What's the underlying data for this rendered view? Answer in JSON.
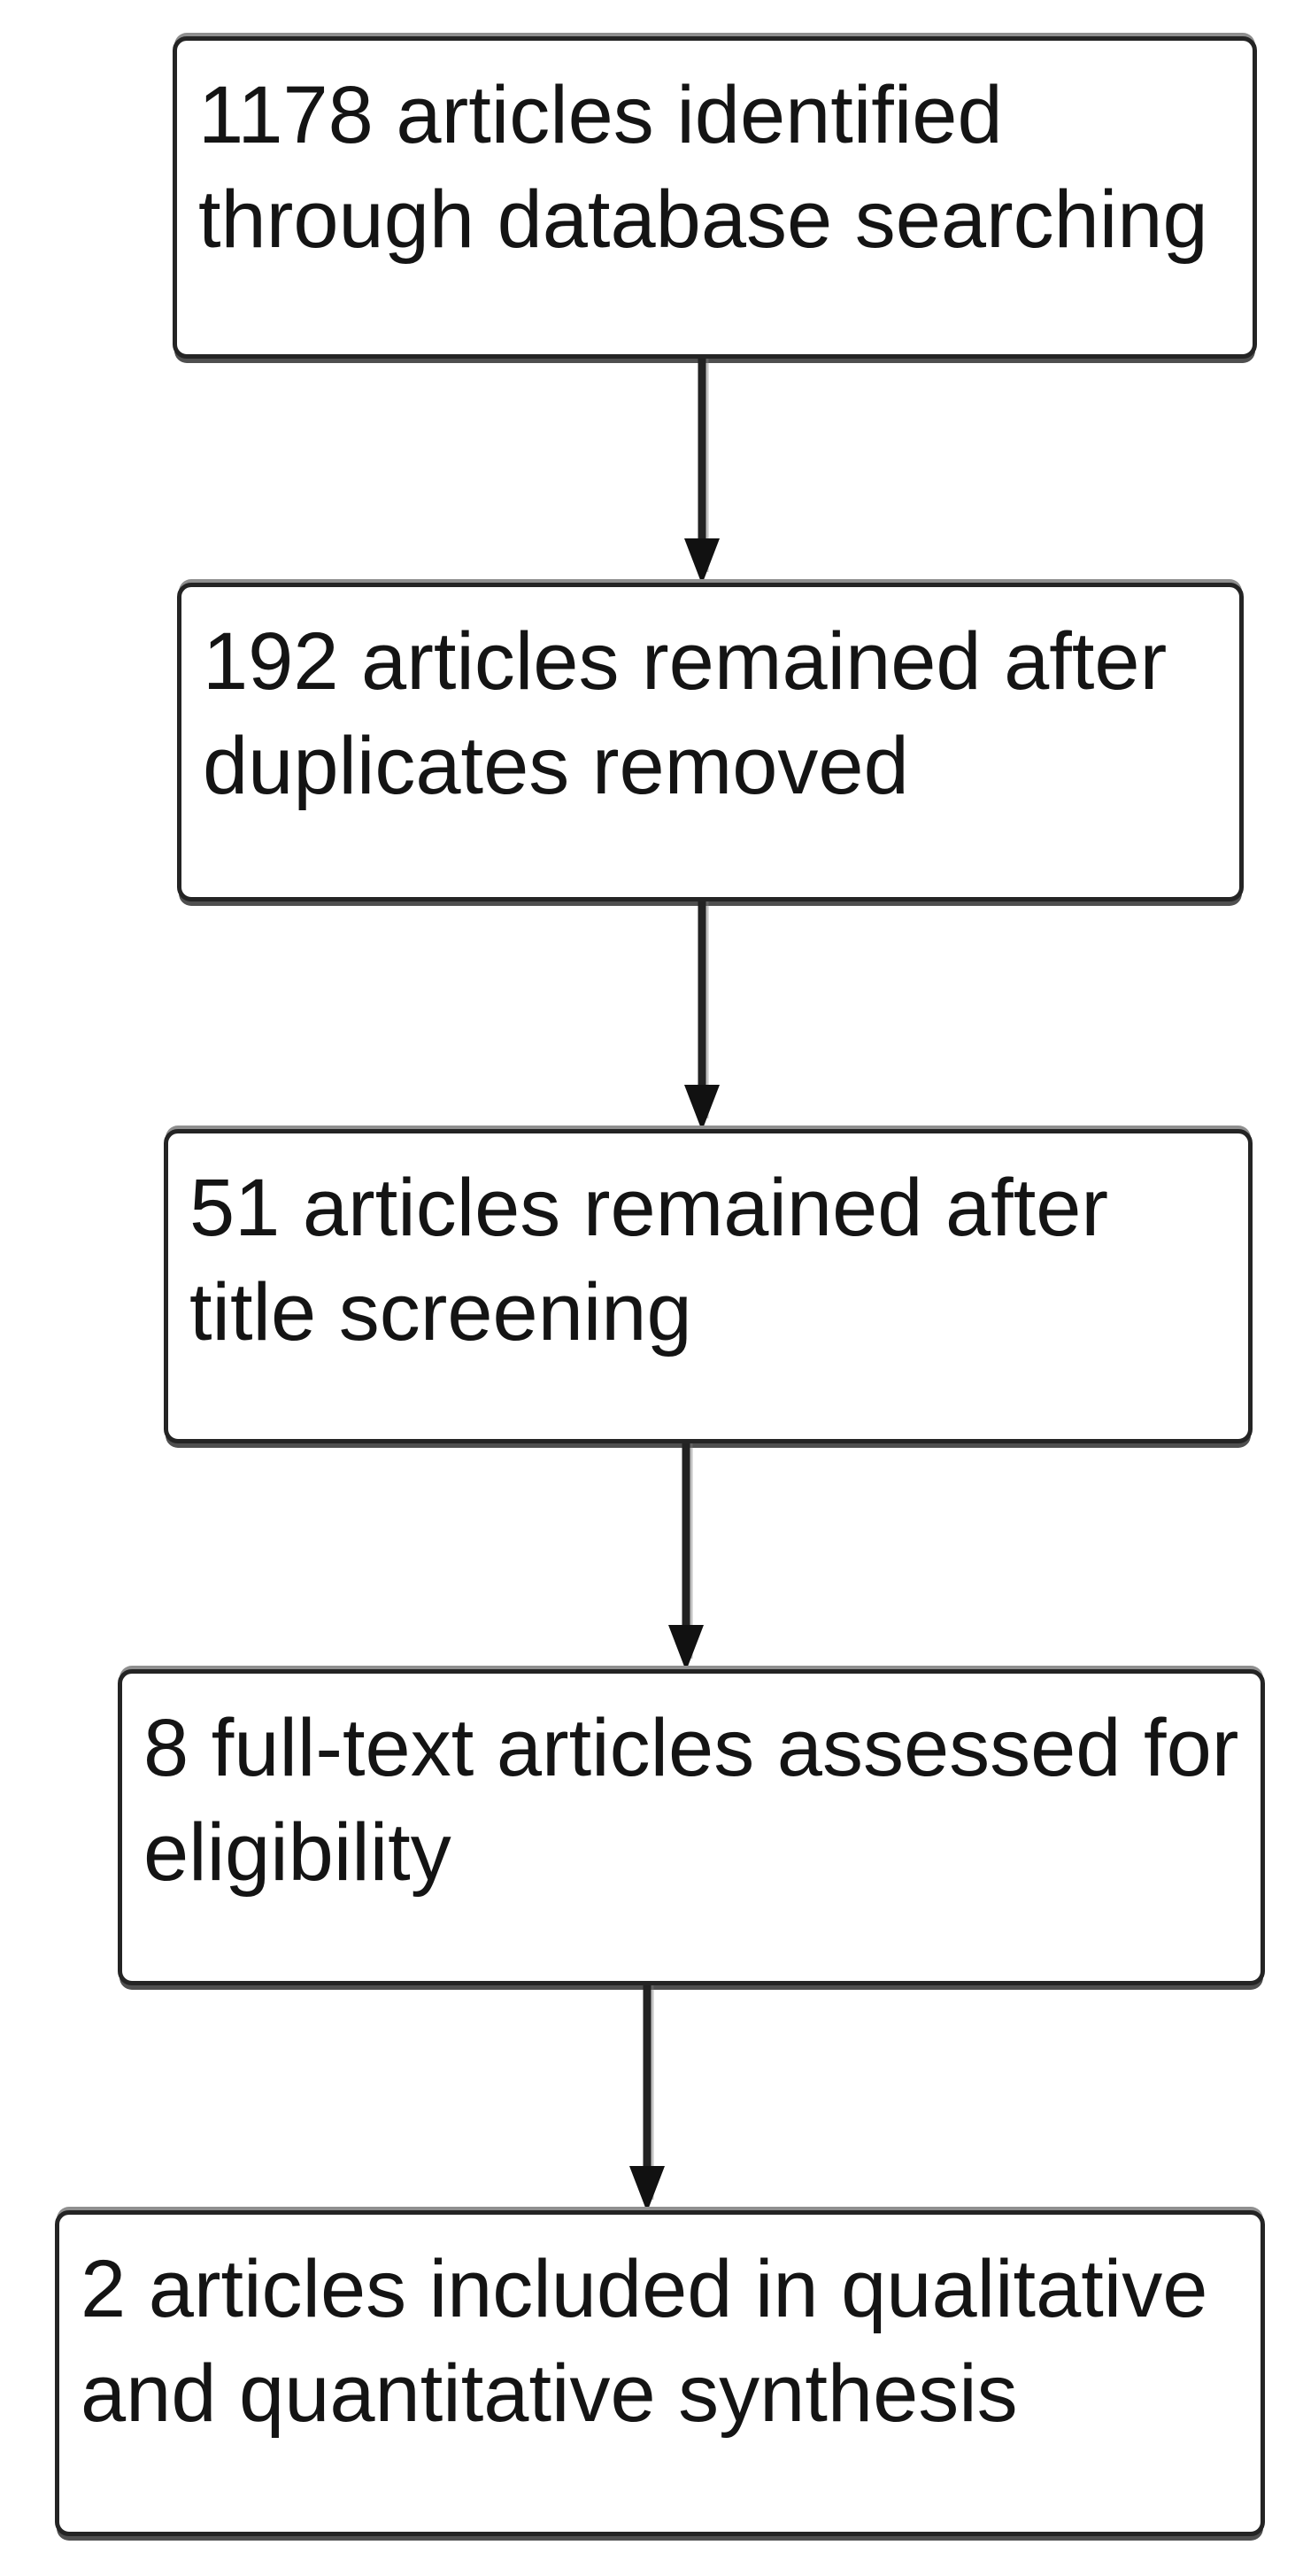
{
  "diagram": {
    "type": "flowchart",
    "direction": "top-down",
    "colors": {
      "background": "#ffffff",
      "box_border": "#242424",
      "text": "#141414",
      "arrow": "#111111"
    },
    "nodes": [
      {
        "id": "records-identified",
        "count": 1178,
        "line1": "1178 articles identified",
        "line2": "through database searching"
      },
      {
        "id": "after-duplicates-removed",
        "count": 192,
        "line1": "192 articles remained after",
        "line2": "duplicates removed"
      },
      {
        "id": "after-title-screening",
        "count": 51,
        "line1": "51 articles remained after",
        "line2": "title screening"
      },
      {
        "id": "full-text-assessed",
        "count": 8,
        "line1": "8 full-text articles assessed for",
        "line2": "eligibility"
      },
      {
        "id": "included-in-synthesis",
        "count": 2,
        "line1": "2 articles included in qualitative",
        "line2": "and quantitative synthesis"
      }
    ],
    "edges": [
      {
        "from": "records-identified",
        "to": "after-duplicates-removed"
      },
      {
        "from": "after-duplicates-removed",
        "to": "after-title-screening"
      },
      {
        "from": "after-title-screening",
        "to": "full-text-assessed"
      },
      {
        "from": "full-text-assessed",
        "to": "included-in-synthesis"
      }
    ]
  }
}
